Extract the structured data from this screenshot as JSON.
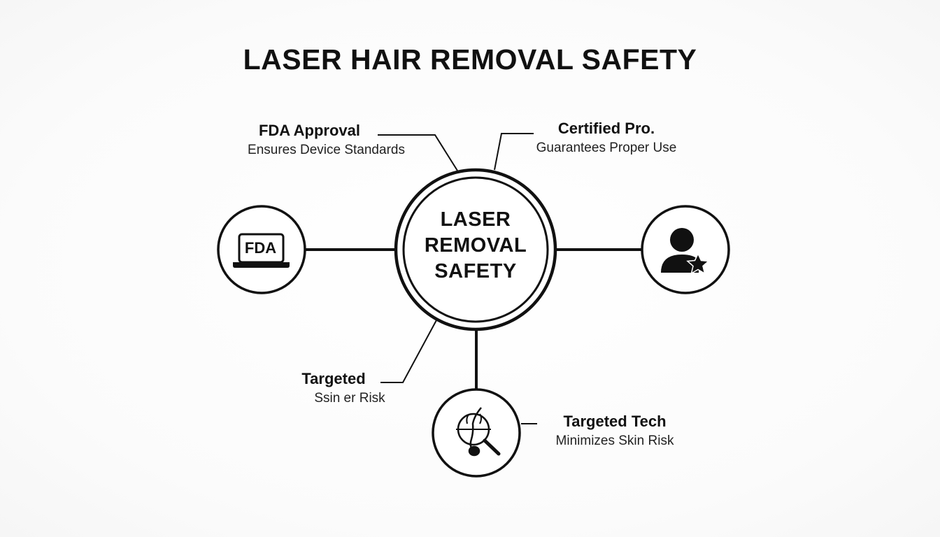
{
  "title": "LASER HAIR REMOVAL SAFETY",
  "center": {
    "lines": [
      "LASER",
      "REMOVAL",
      "SAFETY"
    ]
  },
  "nodes": {
    "fda": {
      "icon": "fda-laptop-icon",
      "icon_text": "FDA",
      "heading": "FDA Approval",
      "description": "Ensures Device Standards"
    },
    "certified": {
      "icon": "person-star-icon",
      "heading": "Certified Pro.",
      "description": "Guarantees Proper Use"
    },
    "targeted_left": {
      "heading": "Targeted",
      "description": "Ssin er Risk"
    },
    "targeted_tech": {
      "icon": "hair-follicle-magnifier-icon",
      "heading": "Targeted Tech",
      "description": "Minimizes Skin Risk"
    }
  },
  "colors": {
    "line": "#111111",
    "background": "#ffffff"
  }
}
